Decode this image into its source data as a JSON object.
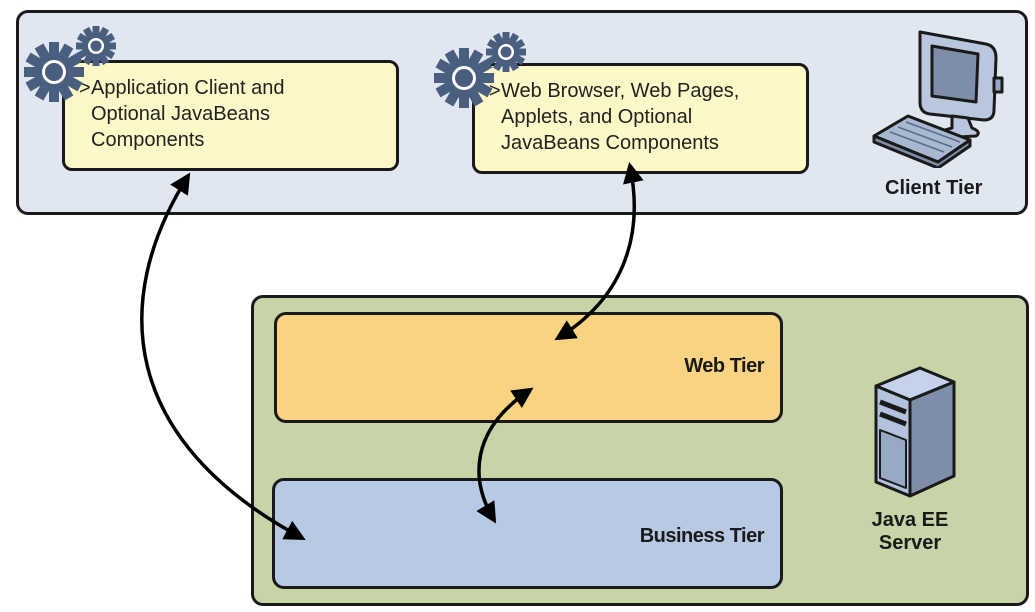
{
  "diagram": {
    "client_tier": {
      "label": "Client Tier",
      "components": [
        {
          "caret": ">",
          "lines": [
            "Application Client and",
            "Optional JavaBeans",
            "Components"
          ]
        },
        {
          "caret": ">",
          "lines": [
            "Web Browser, Web Pages,",
            "Applets, and Optional",
            "JavaBeans Components"
          ]
        }
      ],
      "icon": "desktop-computer-icon"
    },
    "server": {
      "label_lines": [
        "Java EE",
        "Server"
      ],
      "icon": "server-tower-icon",
      "tiers": [
        {
          "label": "Web Tier",
          "color": "#f7d382"
        },
        {
          "label": "Business Tier",
          "color": "#b7c9e3"
        }
      ]
    },
    "connections": [
      {
        "from": "Application Client and Optional JavaBeans Components",
        "to": "Business Tier",
        "direction": "bidirectional"
      },
      {
        "from": "Web Browser, Web Pages, Applets, and Optional JavaBeans Components",
        "to": "Web Tier",
        "direction": "bidirectional"
      },
      {
        "from": "Web Tier",
        "to": "Business Tier",
        "direction": "bidirectional"
      }
    ],
    "colors": {
      "client_panel": "#e1e7f1",
      "server_panel": "#c6d4a7",
      "component_box": "#fcf8c8",
      "gear": "#4a5f80"
    }
  }
}
